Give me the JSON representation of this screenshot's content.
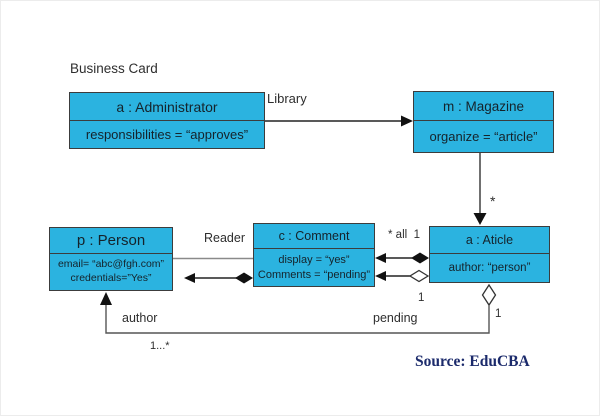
{
  "page": {
    "title": "Business Card",
    "source_credit": "Source: EduCBA"
  },
  "objects": {
    "administrator": {
      "name": "a : Administrator",
      "attributes": [
        "responsibilities = “approves”"
      ]
    },
    "magazine": {
      "name": "m : Magazine",
      "attributes": [
        "organize = “article”"
      ]
    },
    "person": {
      "name": "p : Person",
      "attributes": [
        "email= “abc@fgh.com”",
        "credentials=”Yes”"
      ]
    },
    "comment": {
      "name": "c : Comment",
      "attributes": [
        "display = “yes”",
        "Comments = “pending”"
      ]
    },
    "article": {
      "name": "a : Aticle",
      "attributes": [
        "author: “person”"
      ]
    }
  },
  "edge_labels": {
    "library": "Library",
    "reader": "Reader",
    "comment_article_multiplicity": "* all  1",
    "magazine_article_multiplicity": "*",
    "aggregation_one": "1",
    "pending": "pending",
    "pending_one": "1",
    "author": "author",
    "author_multiplicity": "1...*"
  },
  "colors": {
    "box_fill": "#2bb3e0",
    "box_border": "#3c3c3c",
    "source_text": "#1b2a6b"
  }
}
